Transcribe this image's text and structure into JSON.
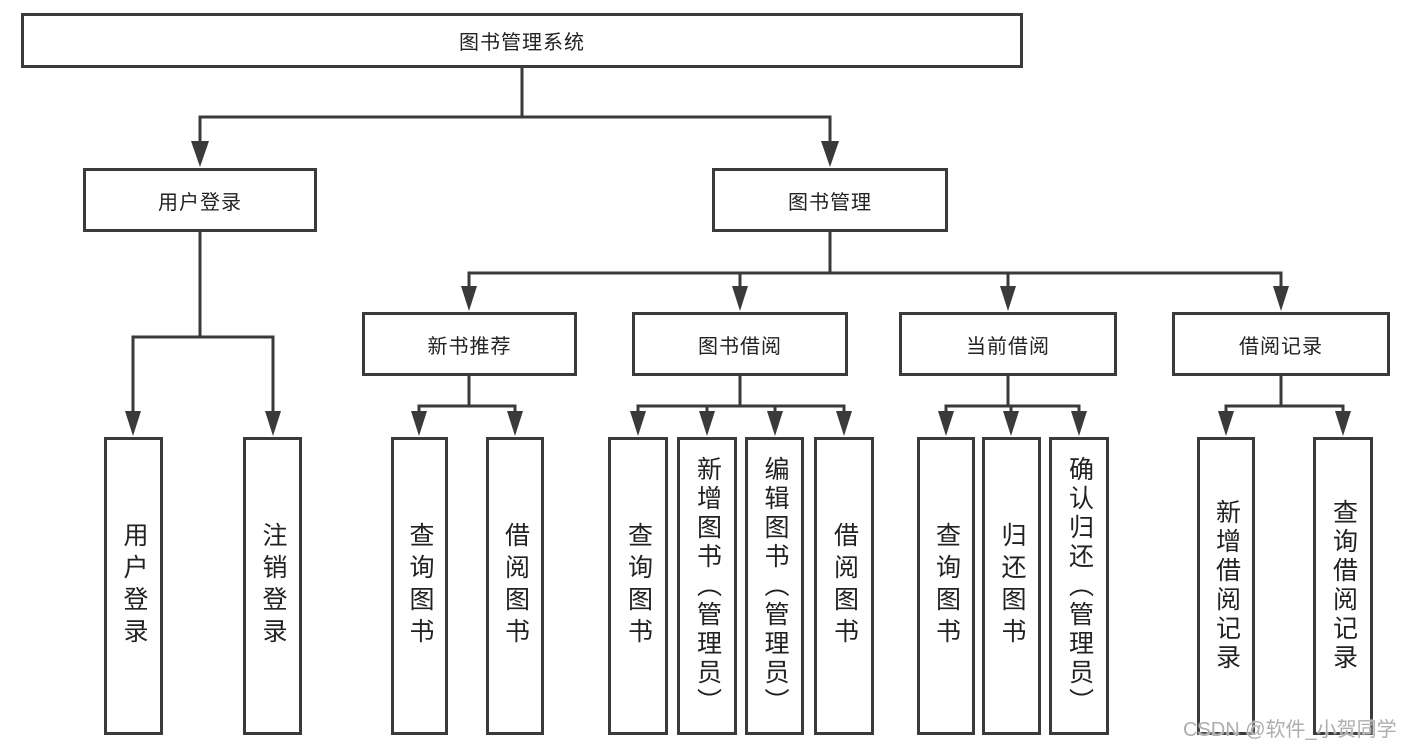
{
  "diagram": {
    "title": "图书管理系统",
    "root": "图书管理系统",
    "branches": [
      {
        "label": "用户登录",
        "children": [
          "用户登录",
          "注销登录"
        ]
      },
      {
        "label": "图书管理",
        "groups": [
          {
            "label": "新书推荐",
            "children": [
              "查询图书",
              "借阅图书"
            ]
          },
          {
            "label": "图书借阅",
            "children": [
              "查询图书",
              "新增图书（管理员）",
              "编辑图书（管理员）",
              "借阅图书"
            ]
          },
          {
            "label": "当前借阅",
            "children": [
              "查询图书",
              "归还图书",
              "确认归还（管理员）"
            ]
          },
          {
            "label": "借阅记录",
            "children": [
              "新增借阅记录",
              "查询借阅记录"
            ]
          }
        ]
      }
    ]
  },
  "watermark": "CSDN @软件_小贺同学",
  "colors": {
    "line": "#3a3a3a",
    "box_border": "#3a3a3a",
    "text": "#222222",
    "watermark": "#aeaeae",
    "background": "#ffffff"
  }
}
